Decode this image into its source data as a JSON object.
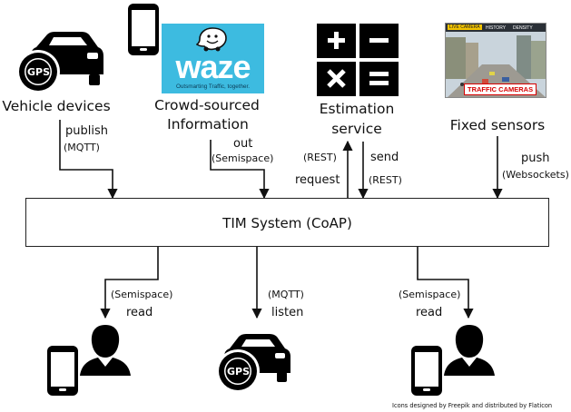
{
  "sources": {
    "vehicle": {
      "label": "Vehicle devices",
      "badge": "GPS"
    },
    "crowd": {
      "label_line1": "Crowd-sourced",
      "label_line2": "Information",
      "logo_word": "waze",
      "logo_tagline": "Outsmarting Traffic, together."
    },
    "estimation": {
      "label_line1": "Estimation",
      "label_line2": "service"
    },
    "fixed": {
      "label": "Fixed sensors",
      "cam_tabs": [
        "LIVE CAMERA",
        "HISTORY",
        "DENSITY"
      ],
      "cam_title": "TRAFFIC CAMERAS"
    }
  },
  "connections": {
    "publish": {
      "verb": "publish",
      "protocol": "(MQTT)"
    },
    "out": {
      "verb": "out",
      "protocol": "(Semispace)"
    },
    "request": {
      "protocol": "(REST)",
      "verb": "request"
    },
    "send": {
      "verb": "send",
      "protocol": "(REST)"
    },
    "push": {
      "verb": "push",
      "protocol": "(Websockets)"
    },
    "read_left": {
      "protocol": "(Semispace)",
      "verb": "read"
    },
    "listen": {
      "protocol": "(MQTT)",
      "verb": "listen"
    },
    "read_right": {
      "protocol": "(Semispace)",
      "verb": "read"
    }
  },
  "system": {
    "title": "TIM System (CoAP)"
  },
  "consumers": {
    "vehicle_badge": "GPS"
  },
  "credit": "Icons designed by Freepik and distributed by Flaticon",
  "colors": {
    "waze_blue": "#3dbbe0",
    "camera_red": "#d60000",
    "icon_black": "#000000"
  }
}
